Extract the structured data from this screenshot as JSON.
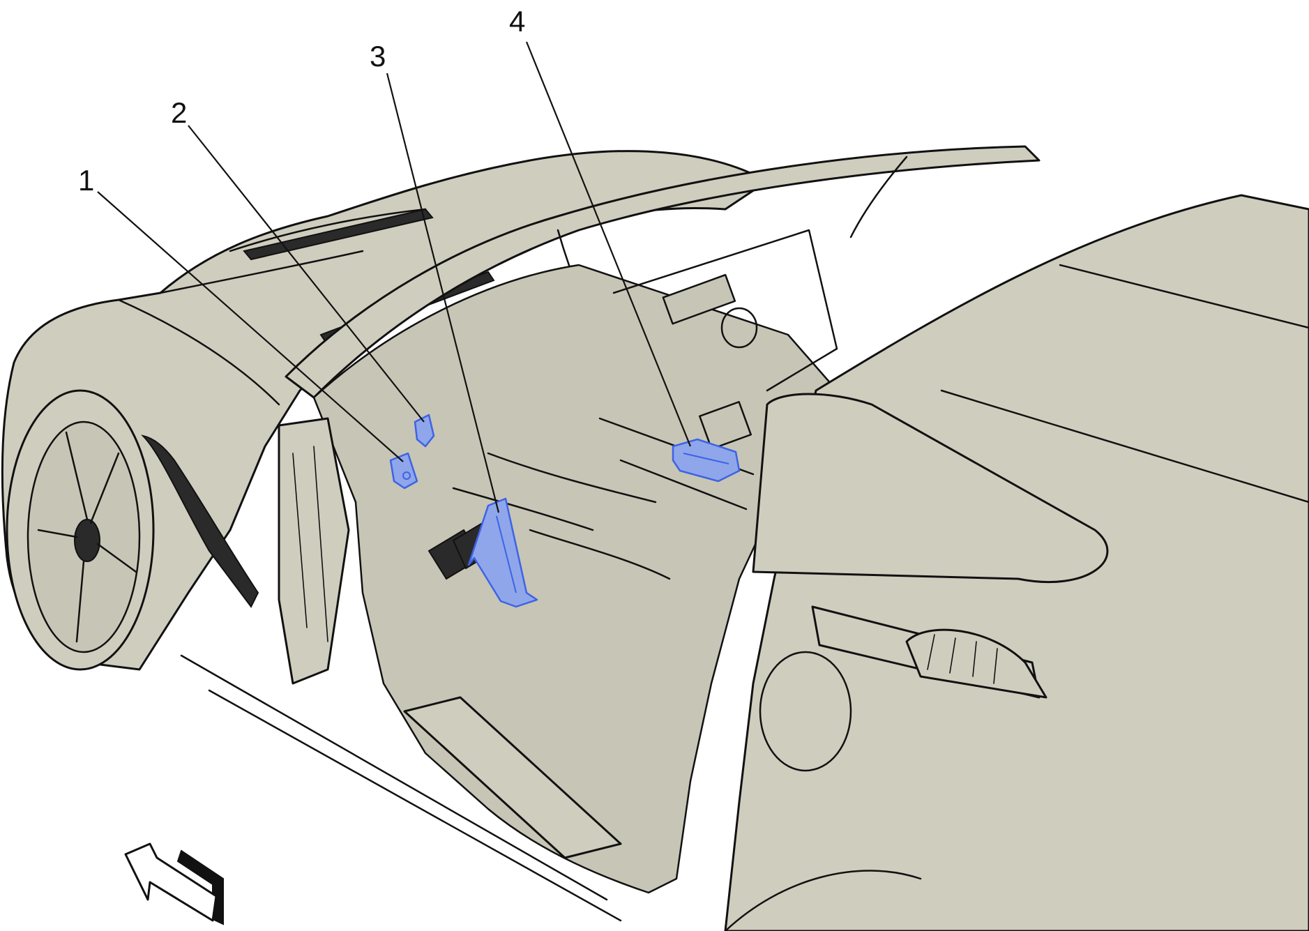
{
  "callouts": [
    {
      "id": "1",
      "label": "1"
    },
    {
      "id": "2",
      "label": "2"
    },
    {
      "id": "3",
      "label": "3"
    },
    {
      "id": "4",
      "label": "4"
    }
  ],
  "colors": {
    "body": "#cfcdbe",
    "highlight": "#8fa6ea",
    "highlight_stroke": "#3d63e6",
    "outline": "#111111"
  },
  "icons": [
    "forward-direction-arrow-icon"
  ]
}
